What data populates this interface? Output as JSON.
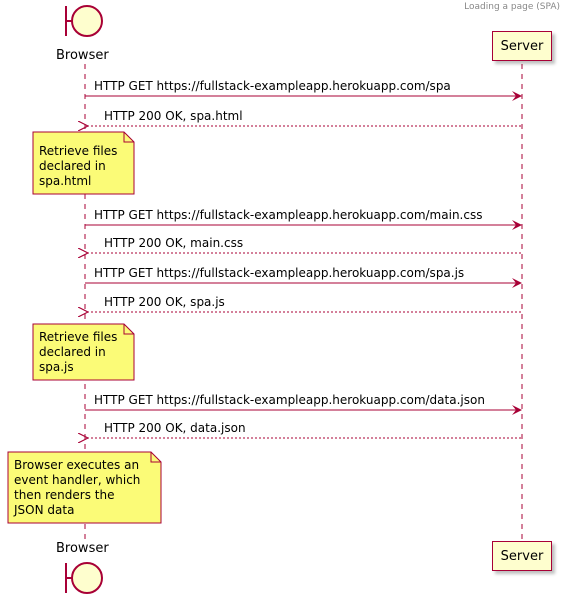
{
  "caption": "Loading a page (SPA)",
  "participants": {
    "browser": "Browser",
    "server": "Server"
  },
  "messages": [
    {
      "label": "HTTP GET https://fullstack-exampleapp.herokuapp.com/spa",
      "kind": "request"
    },
    {
      "label": "HTTP 200 OK, spa.html",
      "kind": "response"
    },
    {
      "label": "HTTP GET https://fullstack-exampleapp.herokuapp.com/main.css",
      "kind": "request"
    },
    {
      "label": "HTTP 200 OK, main.css",
      "kind": "response"
    },
    {
      "label": "HTTP GET https://fullstack-exampleapp.herokuapp.com/spa.js",
      "kind": "request"
    },
    {
      "label": "HTTP 200 OK, spa.js",
      "kind": "response"
    },
    {
      "label": "HTTP GET https://fullstack-exampleapp.herokuapp.com/data.json",
      "kind": "request"
    },
    {
      "label": "HTTP 200 OK, data.json",
      "kind": "response"
    }
  ],
  "notes": [
    "Retrieve files\ndeclared in\nspa.html",
    "Retrieve files\ndeclared in\nspa.js",
    "Browser executes an\nevent handler, which\nthen renders the\nJSON data"
  ],
  "colors": {
    "line": "#A80036",
    "participant_fill": "#FEFECE",
    "note_fill": "#FBFB77",
    "lifeline": "#A80036"
  },
  "icons": {
    "browser": "boundary-icon"
  }
}
